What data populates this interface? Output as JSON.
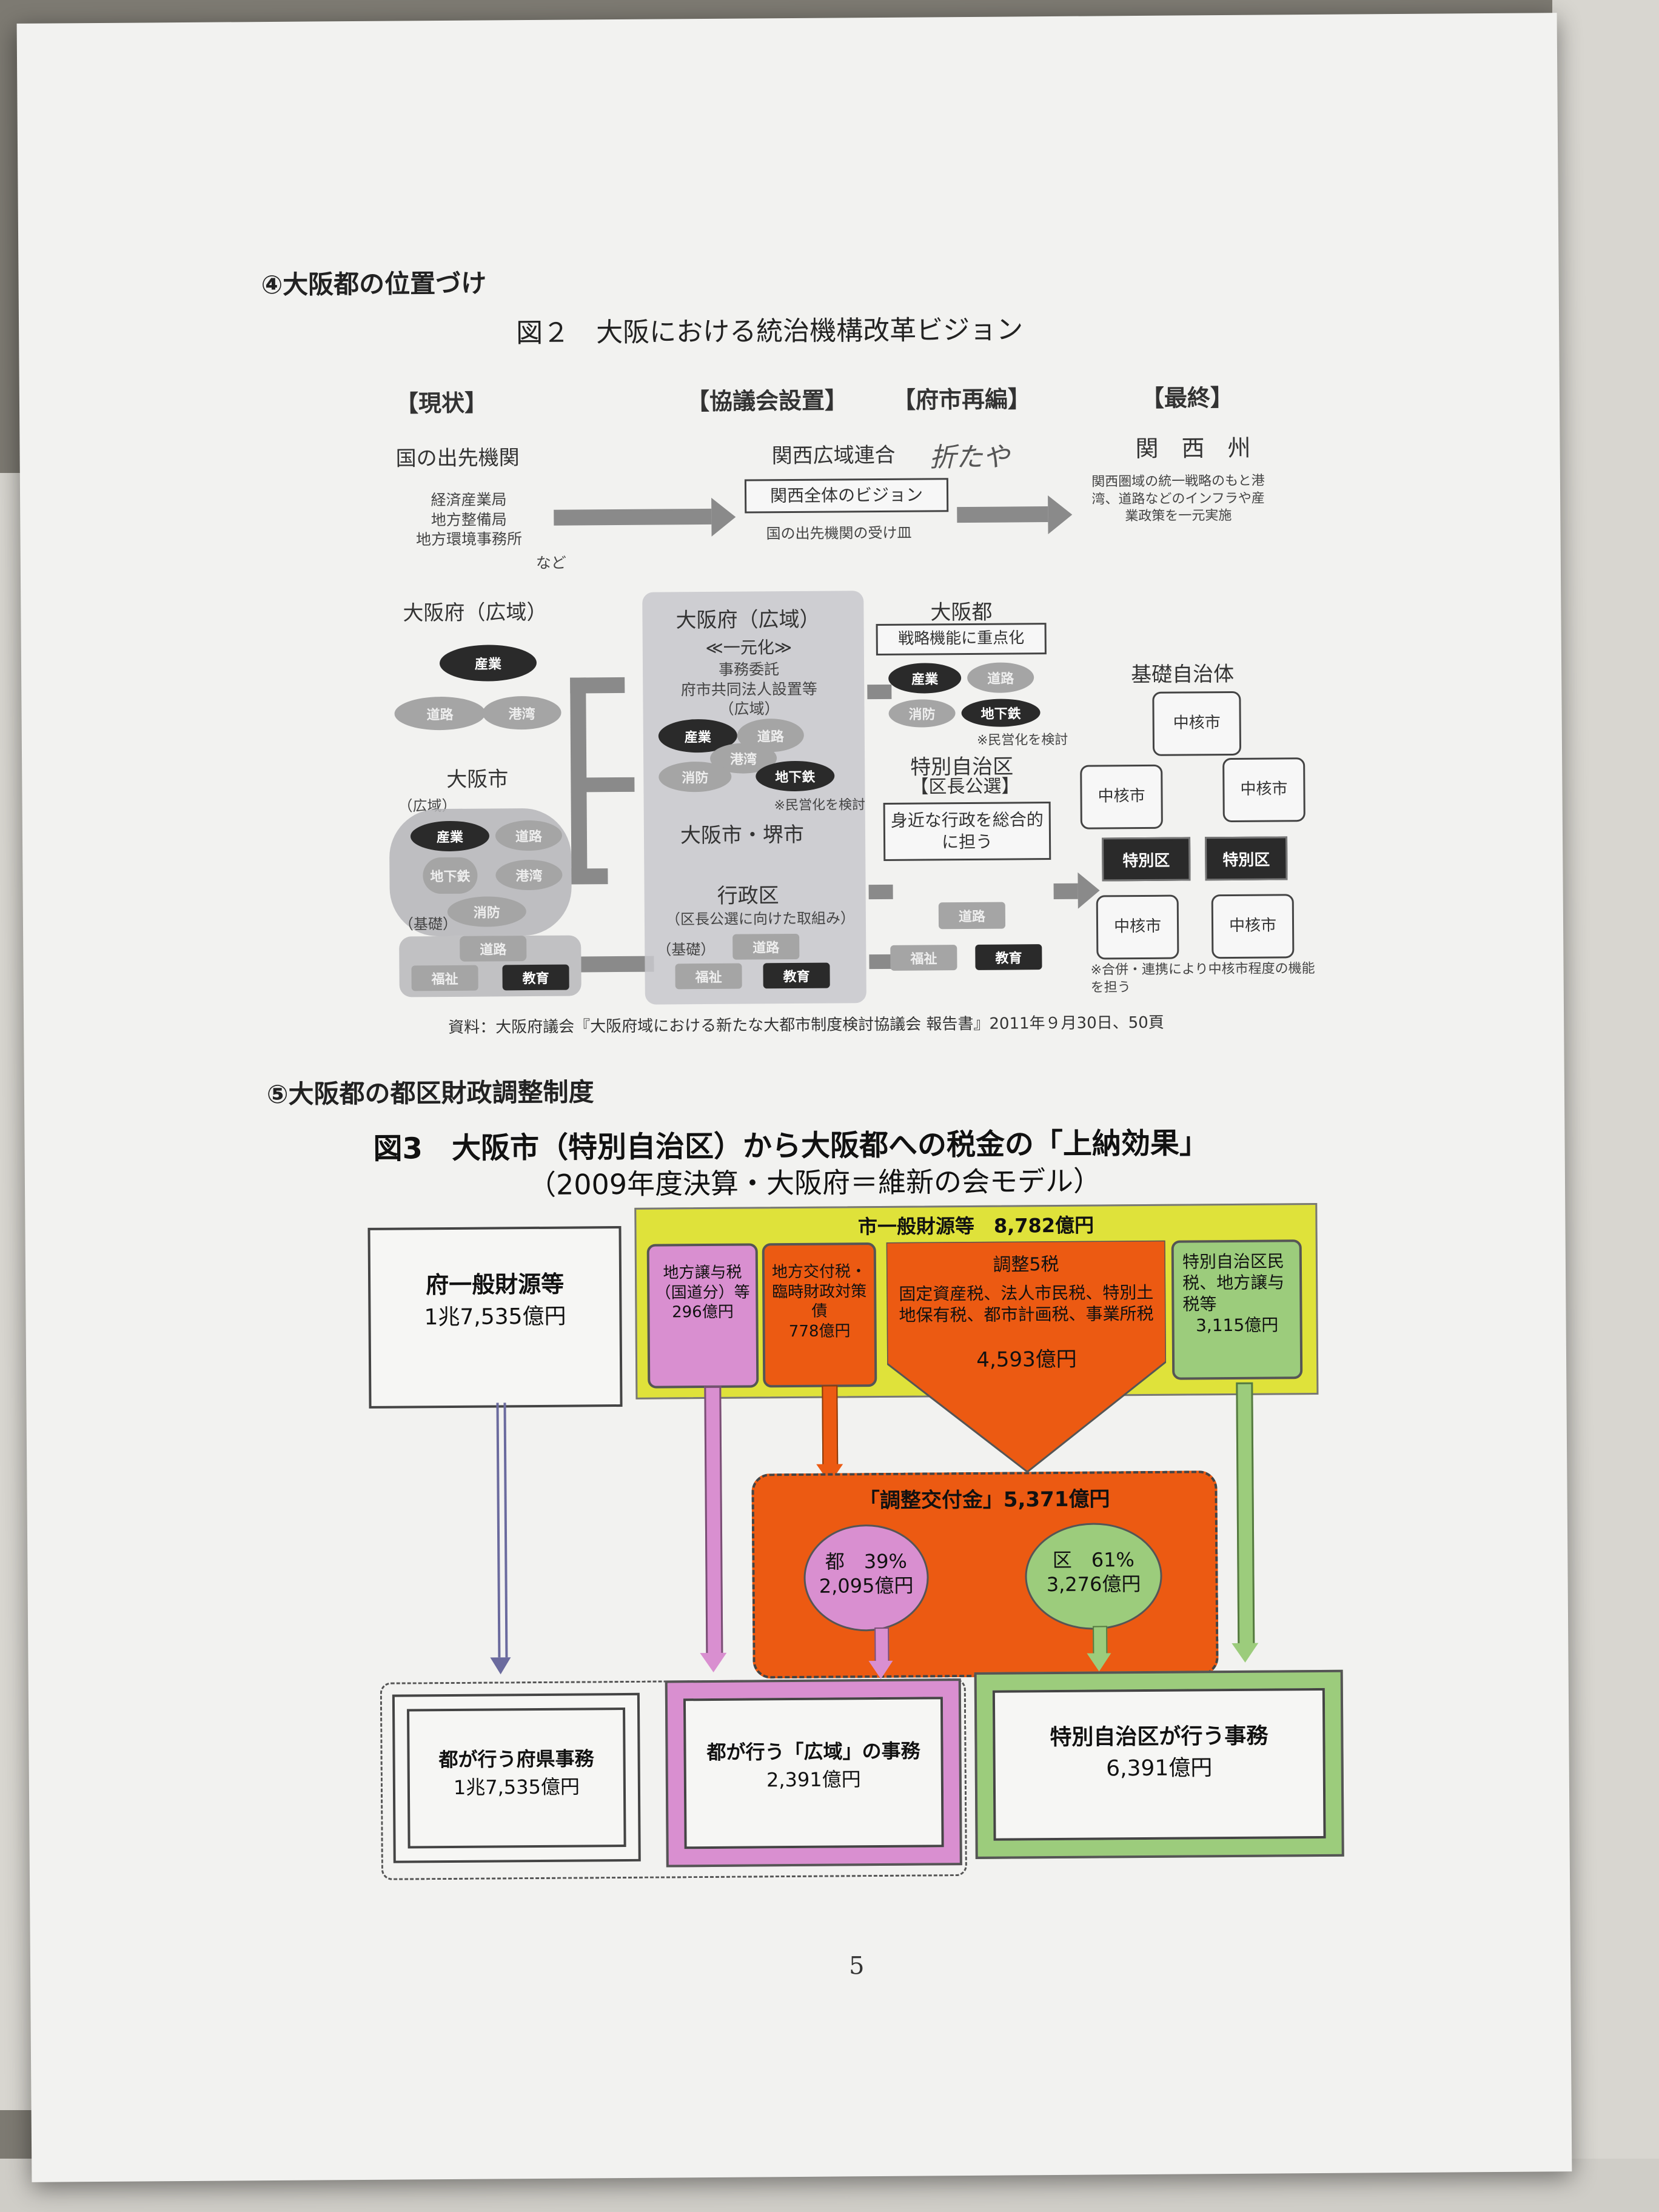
{
  "section4": "④大阪都の位置づけ",
  "fig2": {
    "title": "図２　大阪における統治機構改革ビジョン",
    "headers": [
      "【現状】",
      "【協議会設置】",
      "【府市再編】",
      "【最終】"
    ],
    "current": {
      "national_offices": "国の出先機関",
      "offices_list": [
        "経済産業局",
        "地方整備局",
        "地方環境事務所",
        "など"
      ],
      "osaka_pref": "大阪府（広域）",
      "pref_items": [
        "産業",
        "道路",
        "港湾"
      ],
      "osaka_city": "大阪市",
      "city_kouiki": "（広域）",
      "city_items": [
        "産業",
        "道路",
        "港湾",
        "地下鉄",
        "消防"
      ],
      "city_kiso": "（基礎）",
      "city_kiso_items": [
        "道路",
        "福祉",
        "教育"
      ]
    },
    "council": {
      "kansai_union": "関西広域連合",
      "handwritten": "折たや",
      "vision_box": "関西全体のビジョン",
      "vision_note": "国の出先機関の受け皿",
      "pref": "大阪府（広域）",
      "unification": "≪一元化≫",
      "delegation": [
        "事務委託",
        "府市共同法人設置等",
        "（広域）"
      ],
      "items": [
        "産業",
        "道路",
        "港湾",
        "消防",
        "地下鉄"
      ],
      "privatize_note": "※民営化を検討",
      "city": "大阪市・堺市",
      "ward": "行政区",
      "ward_note": "（区長公選に向けた取組み）",
      "kiso": "（基礎）",
      "kiso_items": [
        "道路",
        "福祉",
        "教育"
      ]
    },
    "reorg": {
      "osaka_to": "大阪都",
      "strategy_box": "戦略機能に重点化",
      "items": [
        "産業",
        "道路",
        "消防",
        "地下鉄"
      ],
      "privatize_note": "※民営化を検討",
      "special_ward": "特別自治区",
      "public_election": "【区長公選】",
      "local_box": "身近な行政を総合的に担う",
      "kiso_items": [
        "道路",
        "福祉",
        "教育"
      ]
    },
    "final": {
      "kansai_state": "関　西　州",
      "kansai_note": "関西圏域の統一戦略のもと港湾、道路などのインフラや産業政策を一元実施",
      "basic": "基礎自治体",
      "chukaku": "中核市",
      "tokubetsu": "特別区",
      "note": "※合併・連携により中核市程度の機能を担う"
    },
    "source": "資料：大阪府議会『大阪府域における新たな大都市制度検討協議会 報告書』2011年９月30日、50頁"
  },
  "section5": "⑤大阪都の都区財政調整制度",
  "fig3": {
    "title": "図3　大阪市（特別自治区）から大阪都への税金の「上納効果」",
    "subtitle": "（2009年度決算・大阪府＝維新の会モデル）",
    "fu_general": "府一般財源等",
    "fu_general_amount": "1兆7,535億円",
    "city_general": "市一般財源等　8,782億円",
    "local_transfer_tax": "地方譲与税（国道分）等",
    "local_transfer_tax_amount": "296億円",
    "local_grant": "地方交付税・臨時財政対策債",
    "local_grant_amount": "778億円",
    "adjust5": "調整5税",
    "adjust5_list": "固定資産税、法人市民税、特別土地保有税、都市計画税、事業所税",
    "adjust5_amount": "4,593億円",
    "special_ward_tax": "特別自治区民税、地方譲与税等",
    "special_ward_tax_amount": "3,115億円",
    "adjust_grant": "「調整交付金」5,371億円",
    "to_share": "都　39%",
    "to_amount": "2,095億円",
    "ku_share": "区　61%",
    "ku_amount": "3,276億円",
    "to_pref_work": "都が行う府県事務",
    "to_pref_amount": "1兆7,535億円",
    "to_kouiki_work": "都が行う「広域」の事務",
    "to_kouiki_amount": "2,391億円",
    "ward_work": "特別自治区が行う事務",
    "ward_work_amount": "6,391億円",
    "colors": {
      "yellow": "#dfe23a",
      "pink": "#d98fd0",
      "orange": "#ec5a12",
      "green": "#9ccc7c"
    }
  },
  "page_number": "5"
}
